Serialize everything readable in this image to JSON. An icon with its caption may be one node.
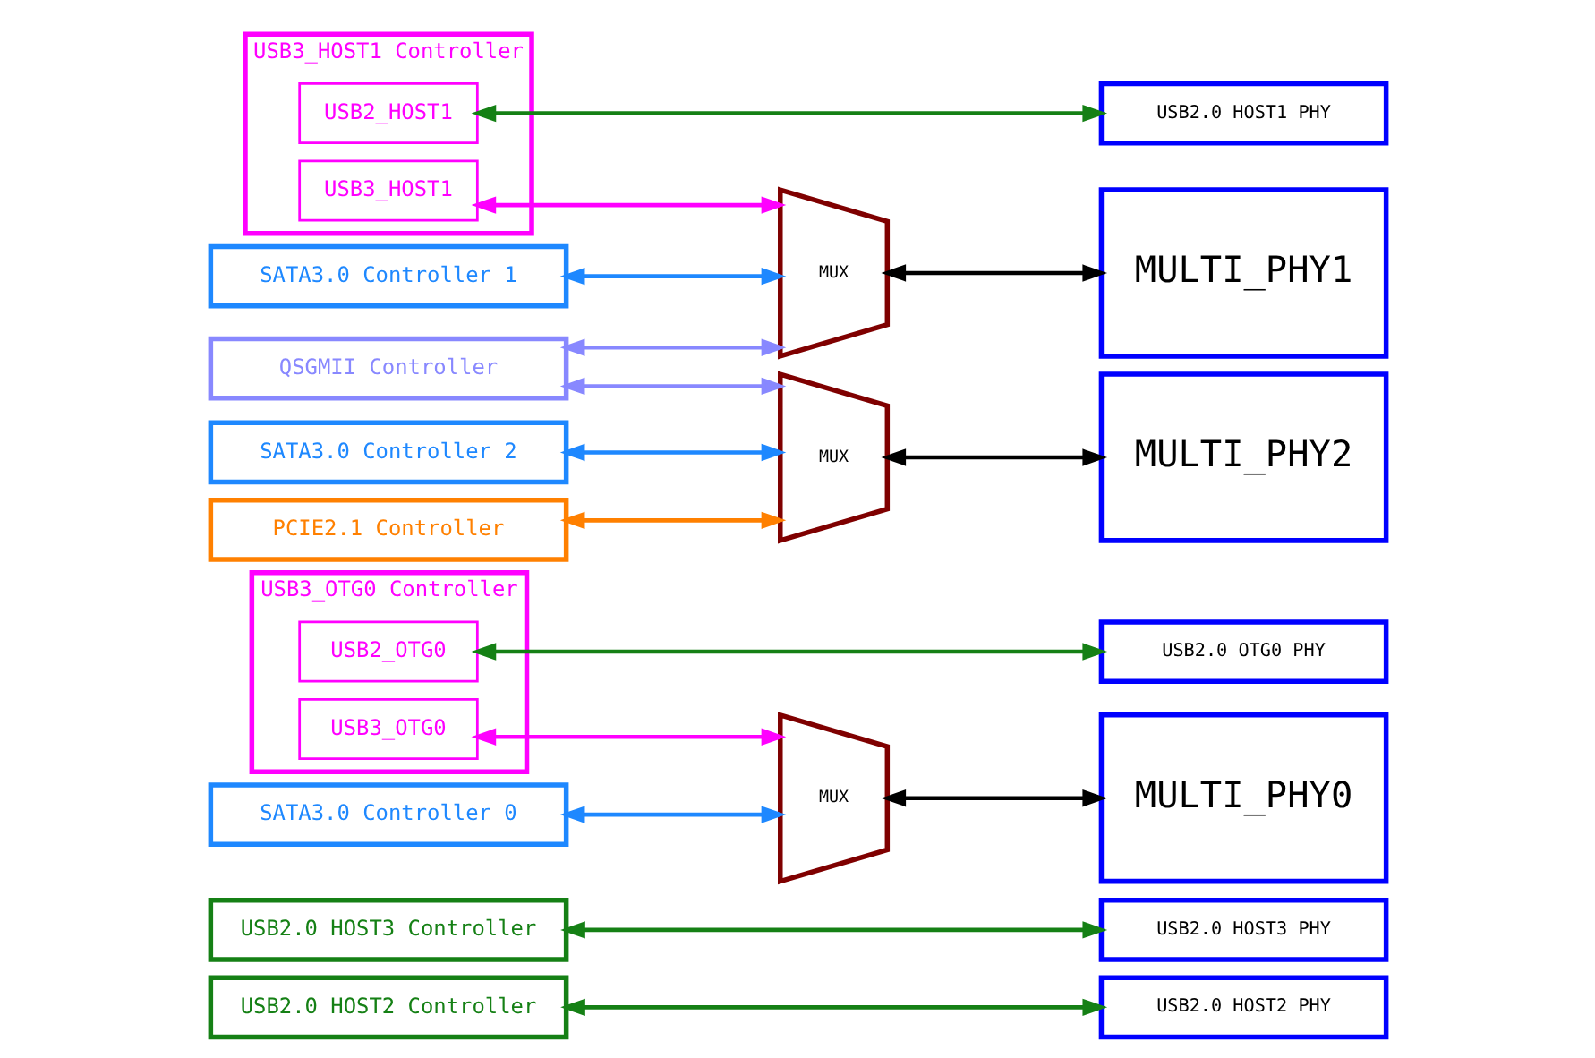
{
  "diagram": {
    "nodes": [
      {
        "text": [
          "USB2.0 HOST2 Controller"
        ]
      },
      {
        "text": [
          "USB2.0 HOST3 Controller"
        ]
      },
      {
        "text": [
          "USB2.0 HOST2 PHY"
        ]
      },
      {
        "text": [
          "USB2.0 HOST3 PHY"
        ]
      },
      {
        "text": [
          "USB2.0 OTG0 PHY"
        ]
      },
      {
        "text": [
          "USB2.0 HOST1 PHY"
        ]
      },
      {
        "text": [
          "USB3_OTG0 Controller"
        ]
      },
      {
        "text": [
          "USB2_OTG0"
        ],
        "in": 6
      },
      {
        "text": [
          "USB3_OTG0"
        ],
        "in": 6
      },
      {
        "text": [
          "MUX"
        ]
      },
      {
        "text": [
          "MULTI_PHY0"
        ]
      },
      {
        "text": [
          "SATA3.0 Controller 0"
        ]
      },
      {
        "text": [
          "USB3_HOST1 Controller"
        ]
      },
      {
        "text": [
          "USB2_HOST1"
        ],
        "in": 12
      },
      {
        "text": [
          "USB3_HOST1"
        ],
        "in": 12
      },
      {
        "text": [
          "SATA3.0 Controller 1"
        ]
      },
      {
        "text": [
          "MUX"
        ]
      },
      {
        "text": [
          "MULTI_PHY1"
        ]
      },
      {
        "text": [
          "QSGMII Controller"
        ]
      },
      {
        "text": [
          "MUX"
        ]
      },
      {
        "text": [
          "SATA3.0 Controller 2"
        ]
      },
      {
        "text": [
          "PCIE2.1 Controller"
        ]
      },
      {
        "text": [
          "MULTI_PHY2"
        ]
      }
    ],
    "edges": [
      {
        "from": 0,
        "to": 2,
        "arrow": "both",
        "color": "#158015"
      },
      {
        "from": 1,
        "to": 3,
        "arrow": "both",
        "color": "#158015"
      },
      {
        "from": 7,
        "to": 4,
        "arrow": "both",
        "color": "#158015"
      },
      {
        "from": 13,
        "to": 5,
        "arrow": "both",
        "color": "#158015"
      },
      {
        "from": 8,
        "to": 9,
        "arrow": "both",
        "color": "#ff00ff"
      },
      {
        "from": 11,
        "to": 9,
        "arrow": "both",
        "color": "#1e88ff"
      },
      {
        "from": 9,
        "to": 10,
        "arrow": "both",
        "color": "#000000"
      },
      {
        "from": 14,
        "to": 16,
        "arrow": "both",
        "color": "#ff00ff"
      },
      {
        "from": 15,
        "to": 16,
        "arrow": "both",
        "color": "#1e88ff"
      },
      {
        "from": 18,
        "to": 16,
        "arrow": "both",
        "color": "#8888ff"
      },
      {
        "from": 16,
        "to": 17,
        "arrow": "both",
        "color": "#000000"
      },
      {
        "from": 18,
        "to": 19,
        "arrow": "both",
        "color": "#8888ff"
      },
      {
        "from": 20,
        "to": 19,
        "arrow": "both",
        "color": "#1e88ff"
      },
      {
        "from": 21,
        "to": 19,
        "arrow": "both",
        "color": "#ff8000"
      },
      {
        "from": 19,
        "to": 22,
        "arrow": "both",
        "color": "#000000"
      }
    ]
  }
}
